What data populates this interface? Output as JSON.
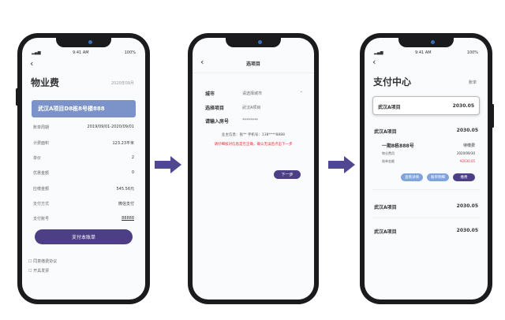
{
  "status": {
    "time": "9:41 AM",
    "battery": "100%"
  },
  "screen1": {
    "title": "物业费",
    "date": "2020年09月",
    "banner": "武汉A项目D8栋8号楼888",
    "rows": [
      {
        "label": "账单周期",
        "value": "2019/09/01-2020/09/01"
      },
      {
        "label": "计费面积",
        "value": "123.23平米"
      },
      {
        "label": "单价",
        "value": "2"
      },
      {
        "label": "优惠金额",
        "value": "0"
      },
      {
        "label": "应缴金额",
        "value": "545.56元"
      },
      {
        "label": "支付方式",
        "value": "微信支付"
      },
      {
        "label": "支付账号",
        "value": "88888"
      }
    ],
    "pay_button": "支付本账单",
    "options": [
      "同意缴费协议",
      "开具发票"
    ]
  },
  "screen2": {
    "title": "选项目",
    "rows": [
      {
        "label": "城市",
        "value": "请选择城市"
      },
      {
        "label": "选择项目",
        "value": "武汉A项目"
      },
      {
        "label": "请输入房号",
        "value": "********"
      }
    ],
    "info": "业主信息：张** 手机号：138****8888",
    "warning": "请仔细核对信息是否正确，确认无误后点击下一步",
    "next_button": "下一步"
  },
  "screen3": {
    "title": "支付中心",
    "right": "账单",
    "items": [
      {
        "name": "武汉A项目",
        "value": "2030.05"
      },
      {
        "name": "武汉A项目",
        "value": "2030.05"
      },
      {
        "name": "武汉A项目",
        "value": "2030.05"
      },
      {
        "name": "武汉A项目",
        "value": "2030.05"
      }
    ],
    "detail": {
      "title": "一期8栋888号",
      "status": "待缴费",
      "rows": [
        {
          "label": "物业费用",
          "value": "2020/09/30"
        },
        {
          "label": "账单金额",
          "value": "¥2030.05"
        }
      ]
    },
    "buttons": [
      "查看详情",
      "账单明细",
      "缴费"
    ]
  },
  "colors": {
    "primary": "#4d3f86",
    "banner": "#7b93c9",
    "light_button": "#7ea3dd",
    "arrow": "#4f4790",
    "warning": "#e0303a"
  }
}
